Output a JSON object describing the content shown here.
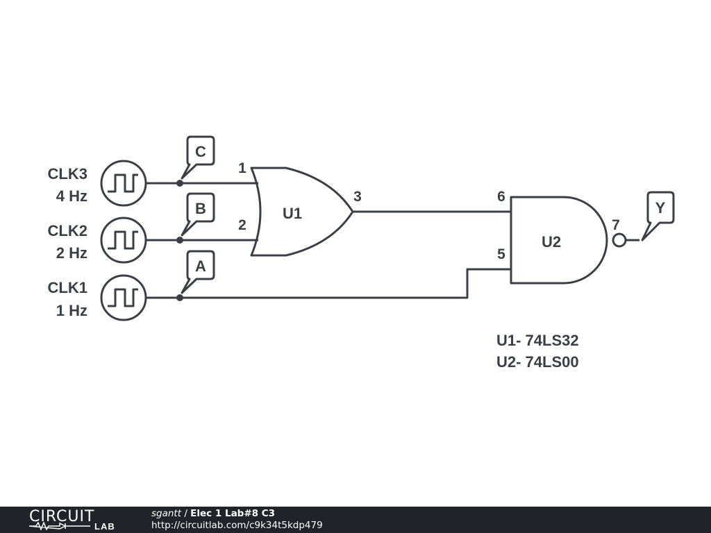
{
  "schematic": {
    "sources": [
      {
        "name": "CLK3",
        "freq": "4 Hz",
        "net_label": "C"
      },
      {
        "name": "CLK2",
        "freq": "2 Hz",
        "net_label": "B"
      },
      {
        "name": "CLK1",
        "freq": "1 Hz",
        "net_label": "A"
      }
    ],
    "gates": {
      "u1": {
        "ref": "U1",
        "type": "OR",
        "pin_in_a": "1",
        "pin_in_b": "2",
        "pin_out": "3"
      },
      "u2": {
        "ref": "U2",
        "type": "NAND",
        "pin_in_a": "6",
        "pin_in_b": "5",
        "pin_out": "7"
      }
    },
    "output_label": "Y",
    "parts_list": [
      "U1- 74LS32",
      "U2- 74LS00"
    ]
  },
  "footer": {
    "logo_top": "CIRCUIT",
    "logo_bottom": "LAB",
    "author": "sgantt",
    "separator": " / ",
    "title": "Elec 1 Lab#8 C3",
    "url": "http://circuitlab.com/c9k34t5kdp479"
  },
  "colors": {
    "wire": "#3a3f45",
    "footer_bg": "#202428"
  }
}
